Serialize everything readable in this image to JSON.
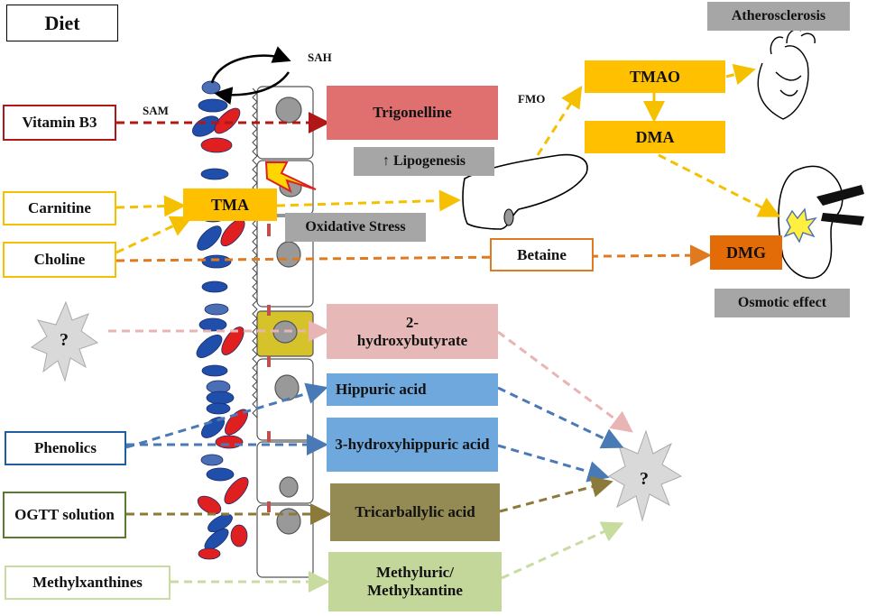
{
  "inputs": {
    "diet": "Diet",
    "vitamin_b3": "Vitamin  B3",
    "carnitine": "Carnitine",
    "choline": "Choline",
    "unknown_source": "?",
    "phenolics": "Phenolics",
    "ogtt": "OGTT solution",
    "methylxanthines": "Methylxanthines"
  },
  "metabolites": {
    "tma": "TMA",
    "trigonelline": "Trigonelline",
    "lipogenesis": "↑ Lipogenesis",
    "oxidative_stress": "Oxidative Stress",
    "betaine": "Betaine",
    "hydroxybutyrate": "2-hydroxybutyrate",
    "hippuric": "Hippuric  acid",
    "hydroxyhippuric": "3-hydroxyhippuric acid",
    "tricarballylic": "Tricarballylic  acid",
    "methyluric": "Methyluric/ Methylxantine",
    "tmao": "TMAO",
    "dma": "DMA",
    "dmg": "DMG"
  },
  "labels": {
    "sah": "SAH",
    "sam": "SAM",
    "fmo": "FMO",
    "atherosclerosis": "Atherosclerosis",
    "osmotic": "Osmotic effect",
    "unknown_target": "?"
  },
  "colors": {
    "red_path": "#b01818",
    "yellow_path": "#f5c000",
    "orange_path": "#e07a20",
    "pink_path": "#e8b4b4",
    "blue_path": "#4a7ab5",
    "olive_path": "#8b7a3a",
    "lightgreen_path": "#c8dca0",
    "trigonelline_fill": "#e07070",
    "gray_fill": "#a6a6a6",
    "tmao_fill": "#ffc000",
    "dmg_fill": "#e36c09",
    "pink_fill": "#e6b9b8",
    "blue_fill": "#6fa8dc",
    "olive_fill": "#948a54",
    "green_fill": "#c4d79b"
  }
}
